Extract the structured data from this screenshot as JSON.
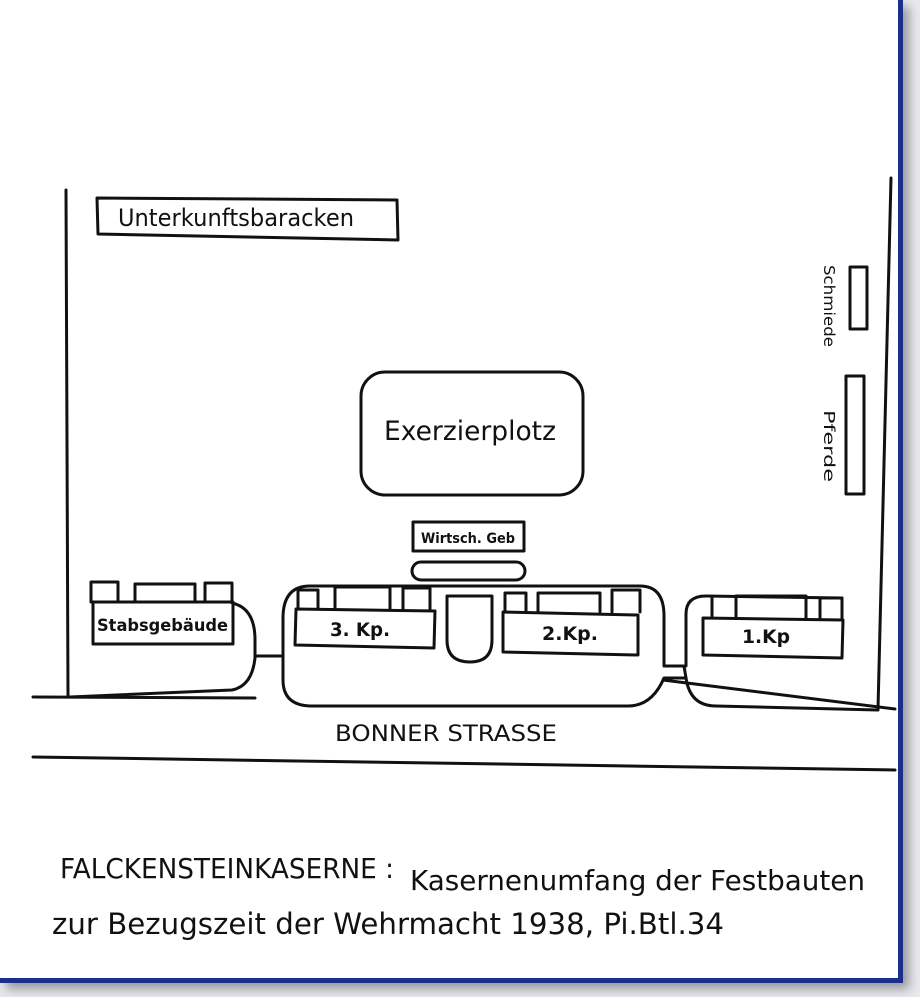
{
  "map": {
    "barracks": "Unterkunftsbaracken",
    "smithy": "Schmiede",
    "horses": "Pferde",
    "parade_ground": "Exerzierplotz",
    "mess_building": "Wirtsch. Geb",
    "staff_building": "Stabsgebäude",
    "company_3": "3. Kp.",
    "company_2": "2.Kp.",
    "company_1": "1.Kp",
    "street": "BONNER STRASSE"
  },
  "caption": {
    "line1_title": "FALCKENSTEINKASERNE :",
    "line1_rest": "Kasernenumfang der Festbauten",
    "line2": "zur Bezugszeit der Wehrmacht 1938, Pi.Btl.34"
  },
  "colors": {
    "frame": "#1a2f8a",
    "ink": "#111111",
    "paper": "#ffffff"
  }
}
